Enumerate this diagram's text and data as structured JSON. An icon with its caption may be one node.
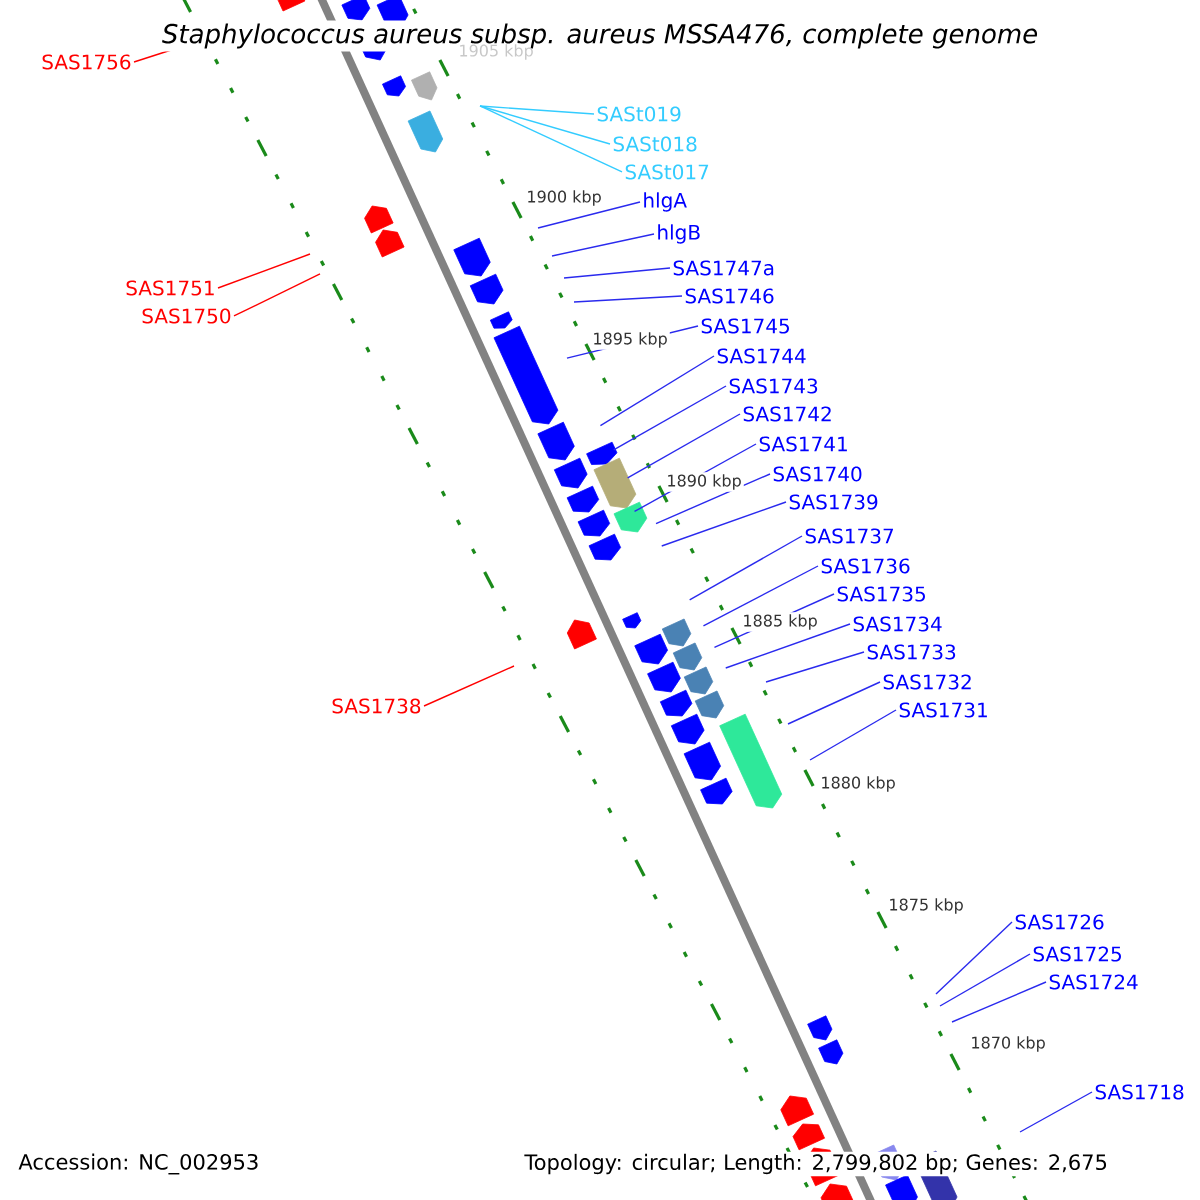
{
  "diagram": {
    "title": "Staphylococcus aureus subsp. aureus MSSA476, complete genome",
    "nodes": [
      {
        "text": [
          "SAS1756"
        ]
      },
      {
        "text": [
          "SASt019"
        ]
      },
      {
        "text": [
          "SASt018"
        ]
      },
      {
        "text": [
          "SASt017"
        ]
      },
      {
        "text": [
          "hlgA"
        ]
      },
      {
        "text": [
          "hlgB"
        ]
      },
      {
        "text": [
          "SAS1747a"
        ]
      },
      {
        "text": [
          "SAS1746"
        ]
      },
      {
        "text": [
          "SAS1745"
        ]
      },
      {
        "text": [
          "SAS1744"
        ]
      },
      {
        "text": [
          "SAS1743"
        ]
      },
      {
        "text": [
          "SAS1742"
        ]
      },
      {
        "text": [
          "SAS1741"
        ]
      },
      {
        "text": [
          "SAS1740"
        ]
      },
      {
        "text": [
          "SAS1739"
        ]
      },
      {
        "text": [
          "SAS1737"
        ]
      },
      {
        "text": [
          "SAS1736"
        ]
      },
      {
        "text": [
          "SAS1735"
        ]
      },
      {
        "text": [
          "SAS1734"
        ]
      },
      {
        "text": [
          "SAS1733"
        ]
      },
      {
        "text": [
          "SAS1732"
        ]
      },
      {
        "text": [
          "SAS1731"
        ]
      },
      {
        "text": [
          "SAS1751"
        ]
      },
      {
        "text": [
          "SAS1750"
        ]
      },
      {
        "text": [
          "SAS1738"
        ]
      },
      {
        "text": [
          "SAS1726"
        ]
      },
      {
        "text": [
          "SAS1725"
        ]
      },
      {
        "text": [
          "SAS1724"
        ]
      },
      {
        "text": [
          "SAS1718"
        ]
      }
    ],
    "edges": [
      {
        "from": 0,
        "to": null,
        "arrow": "none",
        "color": "#ff0000"
      },
      {
        "from": 1,
        "to": null,
        "arrow": "none",
        "color": "#33ccff"
      },
      {
        "from": 2,
        "to": null,
        "arrow": "none",
        "color": "#33ccff"
      },
      {
        "from": 3,
        "to": null,
        "arrow": "none",
        "color": "#33ccff"
      },
      {
        "from": 4,
        "to": null,
        "arrow": "none"
      },
      {
        "from": 5,
        "to": null,
        "arrow": "none"
      },
      {
        "from": 6,
        "to": null,
        "arrow": "none"
      },
      {
        "from": 7,
        "to": null,
        "arrow": "none"
      },
      {
        "from": 8,
        "to": null,
        "arrow": "none"
      },
      {
        "from": 9,
        "to": null,
        "arrow": "none"
      },
      {
        "from": 10,
        "to": null,
        "arrow": "none"
      },
      {
        "from": 11,
        "to": null,
        "arrow": "none"
      },
      {
        "from": 12,
        "to": null,
        "arrow": "none"
      },
      {
        "from": 13,
        "to": null,
        "arrow": "none"
      },
      {
        "from": 14,
        "to": null,
        "arrow": "none"
      },
      {
        "from": 15,
        "to": null,
        "arrow": "none"
      },
      {
        "from": 16,
        "to": null,
        "arrow": "none"
      },
      {
        "from": 17,
        "to": null,
        "arrow": "none"
      },
      {
        "from": 18,
        "to": null,
        "arrow": "none"
      },
      {
        "from": 19,
        "to": null,
        "arrow": "none"
      },
      {
        "from": 20,
        "to": null,
        "arrow": "none"
      },
      {
        "from": 21,
        "to": null,
        "arrow": "none"
      },
      {
        "from": 22,
        "to": null,
        "arrow": "none",
        "color": "#ff0000"
      },
      {
        "from": 23,
        "to": null,
        "arrow": "none",
        "color": "#ff0000"
      },
      {
        "from": 24,
        "to": null,
        "arrow": "none",
        "color": "#ff0000"
      },
      {
        "from": 25,
        "to": null,
        "arrow": "none"
      },
      {
        "from": 26,
        "to": null,
        "arrow": "none"
      },
      {
        "from": 27,
        "to": null,
        "arrow": "none"
      },
      {
        "from": 28,
        "to": null,
        "arrow": "none"
      }
    ],
    "labels": [
      "1905 kbp",
      "1900 kbp",
      "1895 kbp",
      "1890 kbp",
      "1885 kbp",
      "1880 kbp",
      "1875 kbp",
      "1870 kbp",
      "Accession: NC_002953",
      "Topology: circular; Length: 2,799,802 bp; Genes: 2,675"
    ]
  }
}
